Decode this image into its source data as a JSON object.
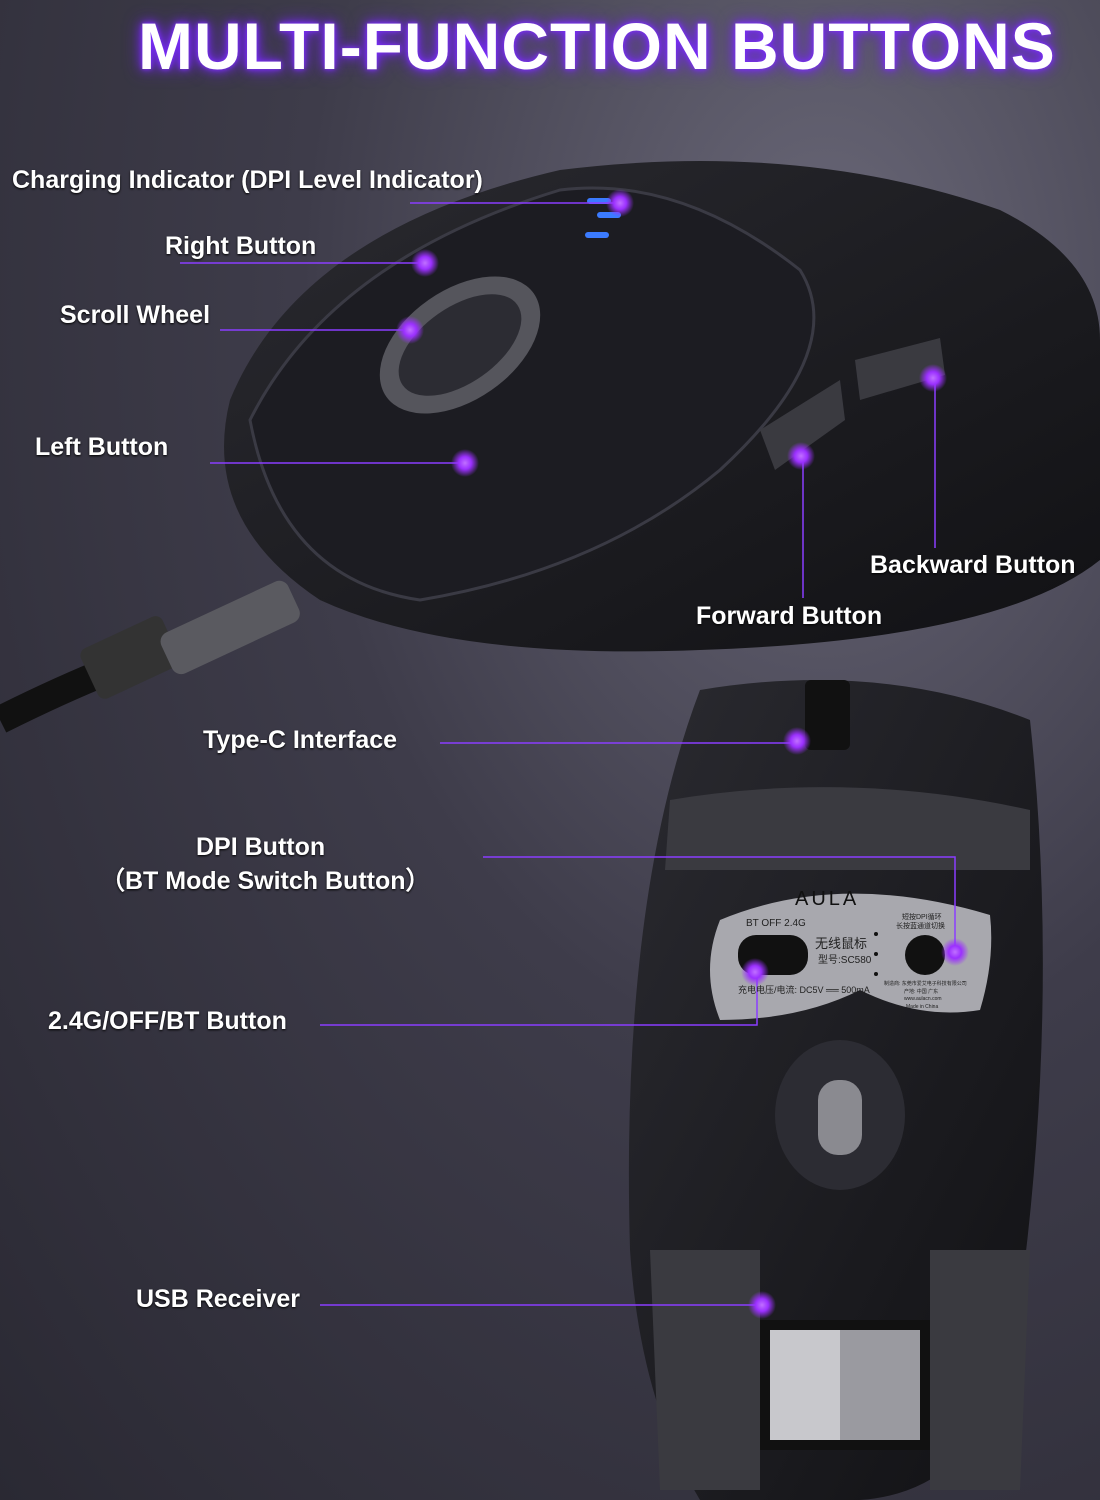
{
  "title": "MULTI-FUNCTION BUTTONS",
  "accent_color": "#9b30ff",
  "callouts": {
    "charging_indicator": "Charging Indicator (DPI Level Indicator)",
    "right_button": "Right Button",
    "scroll_wheel": "Scroll Wheel",
    "left_button": "Left Button",
    "backward_button": "Backward Button",
    "forward_button": "Forward Button",
    "type_c": "Type-C Interface",
    "dpi_button_line1": "DPI Button",
    "dpi_button_line2": "（BT Mode Switch Button）",
    "mode_switch": "2.4G/OFF/BT Button",
    "usb_receiver": "USB Receiver"
  },
  "plate": {
    "brand": "AULA",
    "switch_positions": "BT  OFF  2.4G",
    "product_name": "无线鼠标",
    "model": "型号:SC580",
    "power": "充电电压/电流: DC5V ══ 500mA",
    "dpi_note_1": "短按DPI循环",
    "dpi_note_2": "长按蓝通道切换",
    "maker": "制造商: 东莞市爱艾电子科技有限公司",
    "origin": "产地: 中国 广东",
    "website": "www.aulacn.com",
    "made_in": "Made in China"
  }
}
